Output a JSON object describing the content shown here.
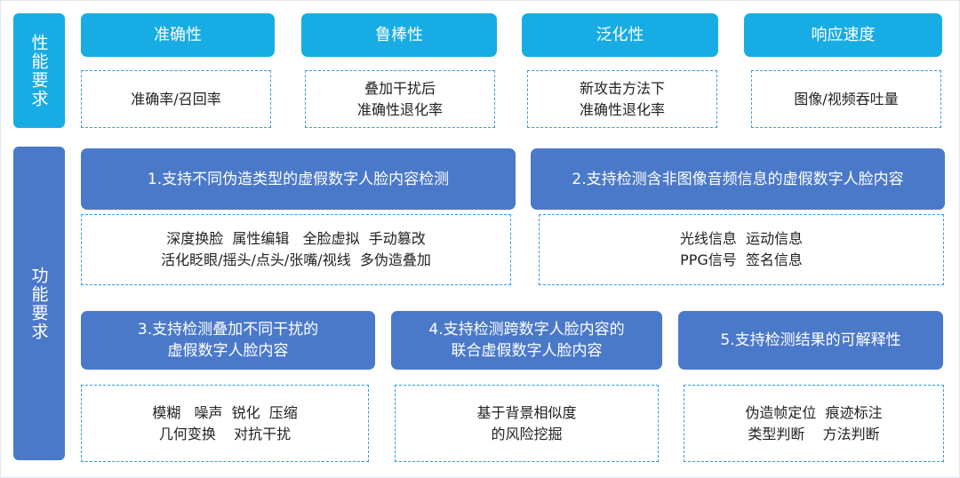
{
  "sections": {
    "performance": {
      "label": "性能要求",
      "items": [
        {
          "title": "准确性",
          "desc": [
            "准确率/召回率"
          ]
        },
        {
          "title": "鲁棒性",
          "desc": [
            "叠加干扰后",
            "准确性退化率"
          ]
        },
        {
          "title": "泛化性",
          "desc": [
            "新攻击方法下",
            "准确性退化率"
          ]
        },
        {
          "title": "响应速度",
          "desc": [
            "图像/视频吞吐量"
          ]
        }
      ]
    },
    "function": {
      "label": "功能要求",
      "items": [
        {
          "title": [
            "1.支持不同伪造类型的虚假数字人脸内容检测"
          ],
          "desc": [
            "深度换脸  属性编辑   全脸虚拟  手动篡改",
            "活化眨眼/摇头/点头/张嘴/视线  多伪造叠加"
          ]
        },
        {
          "title": [
            "2.支持检测含非图像音频信息的虚假数字人脸内容"
          ],
          "desc": [
            "光线信息  运动信息",
            "PPG信号  签名信息"
          ]
        },
        {
          "title": [
            "3.支持检测叠加不同干扰的",
            "虚假数字人脸内容"
          ],
          "desc": [
            "模糊   噪声  锐化  压缩",
            "几何变换    对抗干扰"
          ]
        },
        {
          "title": [
            "4.支持检测跨数字人脸内容的",
            "联合虚假数字人脸内容"
          ],
          "desc": [
            "基于背景相似度",
            "的风险挖掘"
          ]
        },
        {
          "title": [
            "5.支持检测结果的可解释性"
          ],
          "desc": [
            "伪造帧定位  痕迹标注",
            "类型判断    方法判断"
          ]
        }
      ]
    }
  },
  "colors": {
    "perf_blue": "#17ace3",
    "func_blue": "#4b79c9",
    "dash_border": "#2f9ee6"
  }
}
